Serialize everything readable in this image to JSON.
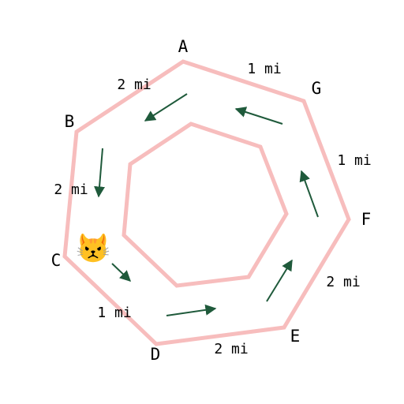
{
  "vertices": {
    "A": "A",
    "B": "B",
    "C": "C",
    "D": "D",
    "E": "E",
    "F": "F",
    "G": "G"
  },
  "distances": {
    "AB": "2 mi",
    "BC": "2 mi",
    "CD": "1 mi",
    "DE": "2 mi",
    "EF": "2 mi",
    "FG": "1 mi",
    "GA": "1 mi"
  },
  "marker": {
    "icon": "cat-face-emoji",
    "glyph": "😾"
  },
  "colors": {
    "track": "#f7bdbd",
    "arrows": "#1f5a3b"
  }
}
